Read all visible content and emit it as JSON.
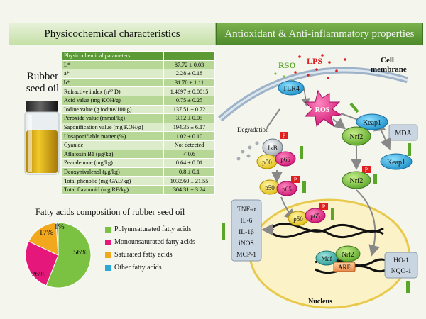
{
  "headers": {
    "left": "Physicochemical characteristics",
    "right": "Antioxidant & Anti-inflammatory properties"
  },
  "oil_label": [
    "Rubber",
    "seed oil"
  ],
  "table": {
    "header": "Physicochemical parameters",
    "rows": [
      {
        "param": "L*",
        "value": "87.72 ± 0.03"
      },
      {
        "param": "a*",
        "value": "2.28 ± 0.18"
      },
      {
        "param": "b*",
        "value": "31.70 ± 1.11"
      },
      {
        "param": "Refractive index (n²⁰ D)",
        "value": "1.4697 ± 0.0015"
      },
      {
        "param": "Acid value (mg KOH/g)",
        "value": "0.75 ± 0.25"
      },
      {
        "param": "Iodine value (g iodine/100  g)",
        "value": "137.51 ± 0.72"
      },
      {
        "param": "Peroxide value (mmol/kg)",
        "value": "3.12 ± 0.05"
      },
      {
        "param": "Saponification value (mg KOH/g)",
        "value": "194.35 ± 6.17"
      },
      {
        "param": "Unsaponifiable matter (%)",
        "value": "1.02 ± 0.10"
      },
      {
        "param": "Cyanide",
        "value": "Not detected"
      },
      {
        "param": "Aflatoxin B1 (μg/kg)",
        "value": "< 0.6"
      },
      {
        "param": "Zearalenone (mg/kg)",
        "value": "0.64 ± 0.01"
      },
      {
        "param": "Deoxynivalenol (μg/kg)",
        "value": "0.8 ± 0.1"
      },
      {
        "param": "Total phenolic  (mg GAE/kg)",
        "value": "1032.60 ± 21.55"
      },
      {
        "param": "Total flavonoid  (mg RE/kg)",
        "value": "304.31 ± 3.24"
      }
    ]
  },
  "fatty_acids": {
    "title": "Fatty acids composition of rubber seed oil",
    "items": [
      {
        "label": "Polyunsaturated fatty acids",
        "percent": 56,
        "display": "56%",
        "color": "#7cc242"
      },
      {
        "label": "Monounsaturated fatty acids",
        "percent": 26,
        "display": "26%",
        "color": "#e5177a"
      },
      {
        "label": "Saturated fatty acids",
        "percent": 17,
        "display": "17%",
        "color": "#f2a81d"
      },
      {
        "label": "Other fatty acids",
        "percent": 1,
        "display": "1%",
        "color": "#2aa8d8"
      }
    ]
  },
  "diagram": {
    "rso": "RSO",
    "lps": "LPS",
    "cell_membrane": [
      "Cell",
      "membrane"
    ],
    "tlr4": "TLR4",
    "ros": "ROS",
    "mda": "MDA",
    "keap1": "Keap1",
    "nrf2": "Nrf2",
    "ikb": "IκB",
    "p50": "p50",
    "p65": "p65",
    "p": "P",
    "degradation": "Degradation",
    "maf": "Maf",
    "are": "ARE",
    "nucleus": "Nucleus",
    "inflammatory": [
      "TNF-α",
      "IL-6",
      "IL-1β",
      "iNOS",
      "MCP-1"
    ],
    "antioxidant": [
      "HO-1",
      "NQO-1"
    ]
  }
}
